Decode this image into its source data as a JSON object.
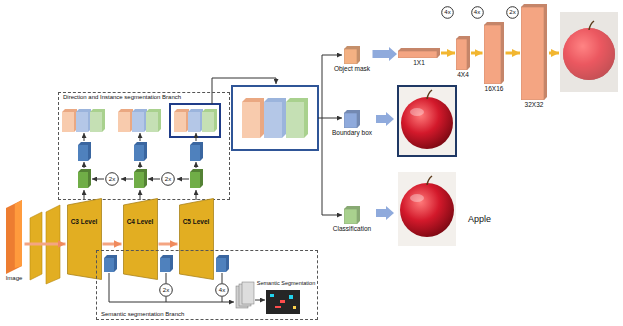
{
  "diagram": {
    "nodes": [
      {
        "text": [
          "Direction and Instance segmentation Branch"
        ]
      },
      {
        "text": [
          "2x"
        ],
        "in": 0
      },
      {
        "text": [
          "2x"
        ],
        "in": 0
      },
      {
        "text": [
          "Image"
        ]
      },
      {
        "text": [
          "C3 Level"
        ]
      },
      {
        "text": [
          "C4 Level"
        ]
      },
      {
        "text": [
          "C5 Level"
        ]
      },
      {
        "text": [
          "Semantic segmentation Branch"
        ]
      },
      {
        "text": [
          "2x"
        ],
        "in": 7
      },
      {
        "text": [
          "4x"
        ],
        "in": 7
      },
      {
        "text": [
          "Object mask"
        ]
      },
      {
        "text": [
          "Boundary box"
        ]
      },
      {
        "text": [
          "Classification"
        ]
      },
      {
        "text": [
          "1X1"
        ]
      },
      {
        "text": [
          "4X4"
        ]
      },
      {
        "text": [
          "16X16"
        ]
      },
      {
        "text": [
          "32X32"
        ]
      },
      {
        "text": [
          "4x"
        ]
      },
      {
        "text": [
          "4x"
        ]
      },
      {
        "text": [
          "2x"
        ]
      }
    ],
    "edges": [
      {
        "from": 3,
        "to": 4,
        "arrow": "to"
      },
      {
        "from": 4,
        "to": 5,
        "arrow": "to"
      },
      {
        "from": 5,
        "to": 6,
        "arrow": "to"
      },
      {
        "from": 10,
        "to": 13,
        "arrow": "to"
      },
      {
        "from": 13,
        "to": 14,
        "arrow": "to"
      },
      {
        "from": 14,
        "to": 15,
        "arrow": "to"
      },
      {
        "from": 15,
        "to": 16,
        "arrow": "to"
      }
    ],
    "labels": [
      "Semantic Segmentation",
      "Apple"
    ]
  }
}
